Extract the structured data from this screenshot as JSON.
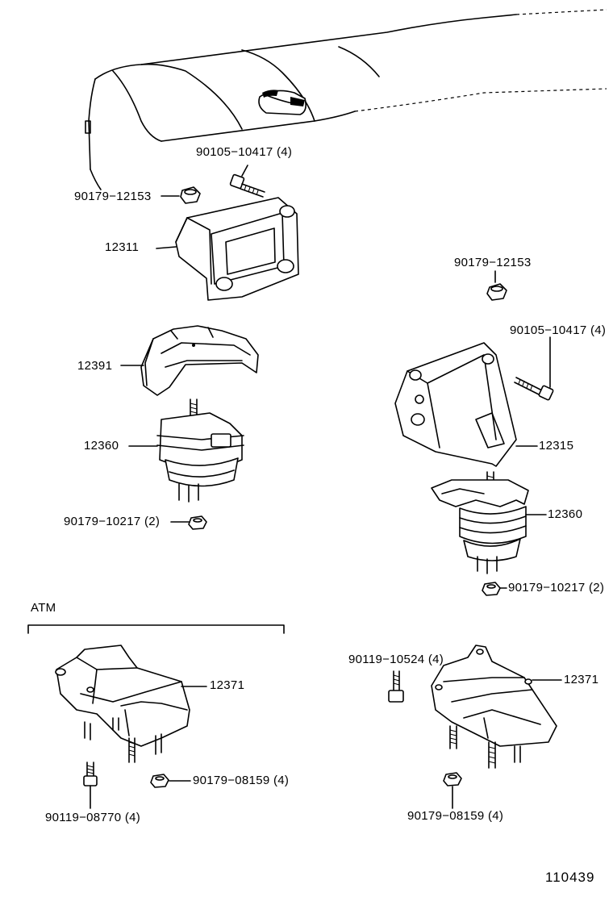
{
  "labels": {
    "p_90105_10417_top": "90105−10417 (4)",
    "p_90179_12153_left": "90179−12153",
    "p_12311": "12311",
    "p_12391": "12391",
    "p_12360_left": "12360",
    "p_90179_10217_left": "90179−10217 (2)",
    "p_90179_12153_right": "90179−12153",
    "p_90105_10417_right": "90105−10417 (4)",
    "p_12315": "12315",
    "p_12360_right": "12360",
    "p_90179_10217_right": "90179−10217 (2)",
    "atm": "ATM",
    "p_12371_left": "12371",
    "p_90179_08159_left": "90179−08159 (4)",
    "p_90119_08770": "90119−08770 (4)",
    "p_90119_10524": "90119−10524 (4)",
    "p_12371_right": "12371",
    "p_90179_08159_right": "90179−08159 (4)",
    "diagram_number": "110439"
  }
}
